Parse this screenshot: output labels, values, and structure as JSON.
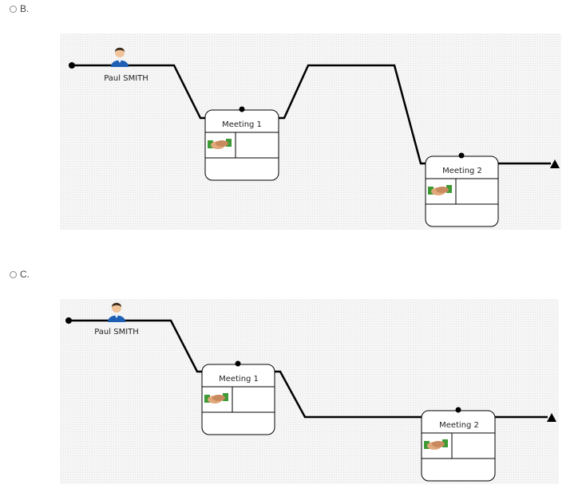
{
  "options": [
    {
      "label": "B.",
      "person": {
        "name": "Paul SMITH"
      },
      "meetings": [
        {
          "title": "Meeting 1"
        },
        {
          "title": "Meeting 2"
        }
      ]
    },
    {
      "label": "C.",
      "person": {
        "name": "Paul SMITH"
      },
      "meetings": [
        {
          "title": "Meeting 1"
        },
        {
          "title": "Meeting 2"
        }
      ]
    }
  ],
  "icons": {
    "person": "person-icon",
    "meeting": "handshake-icon"
  },
  "colors": {
    "line": "#000000",
    "panel_bg": "#f6f6f6",
    "person_shirt": "#1e5fb4"
  }
}
